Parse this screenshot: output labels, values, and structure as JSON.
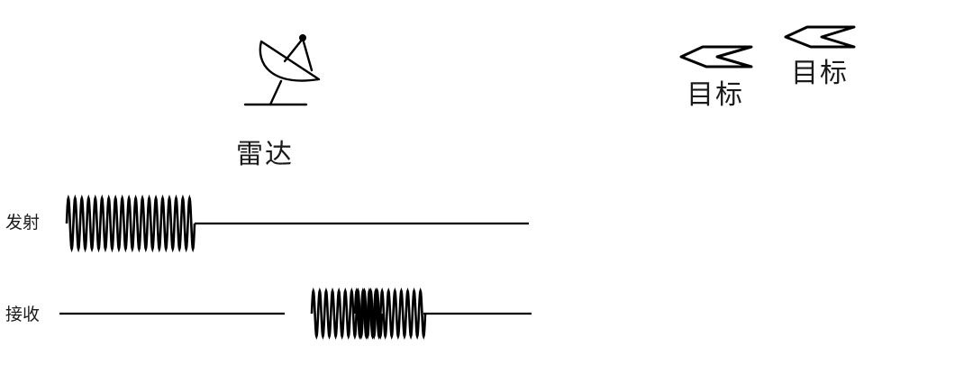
{
  "labels": {
    "radar": "雷达",
    "target_1": "目标",
    "target_2": "目标",
    "transmit": "发射",
    "receive": "接收"
  },
  "icons": {
    "radar": "satellite-dish-icon",
    "target": "chevron-target-icon"
  },
  "colors": {
    "ink": "#000000",
    "text": "#1a1a1a",
    "background": "#ffffff"
  }
}
